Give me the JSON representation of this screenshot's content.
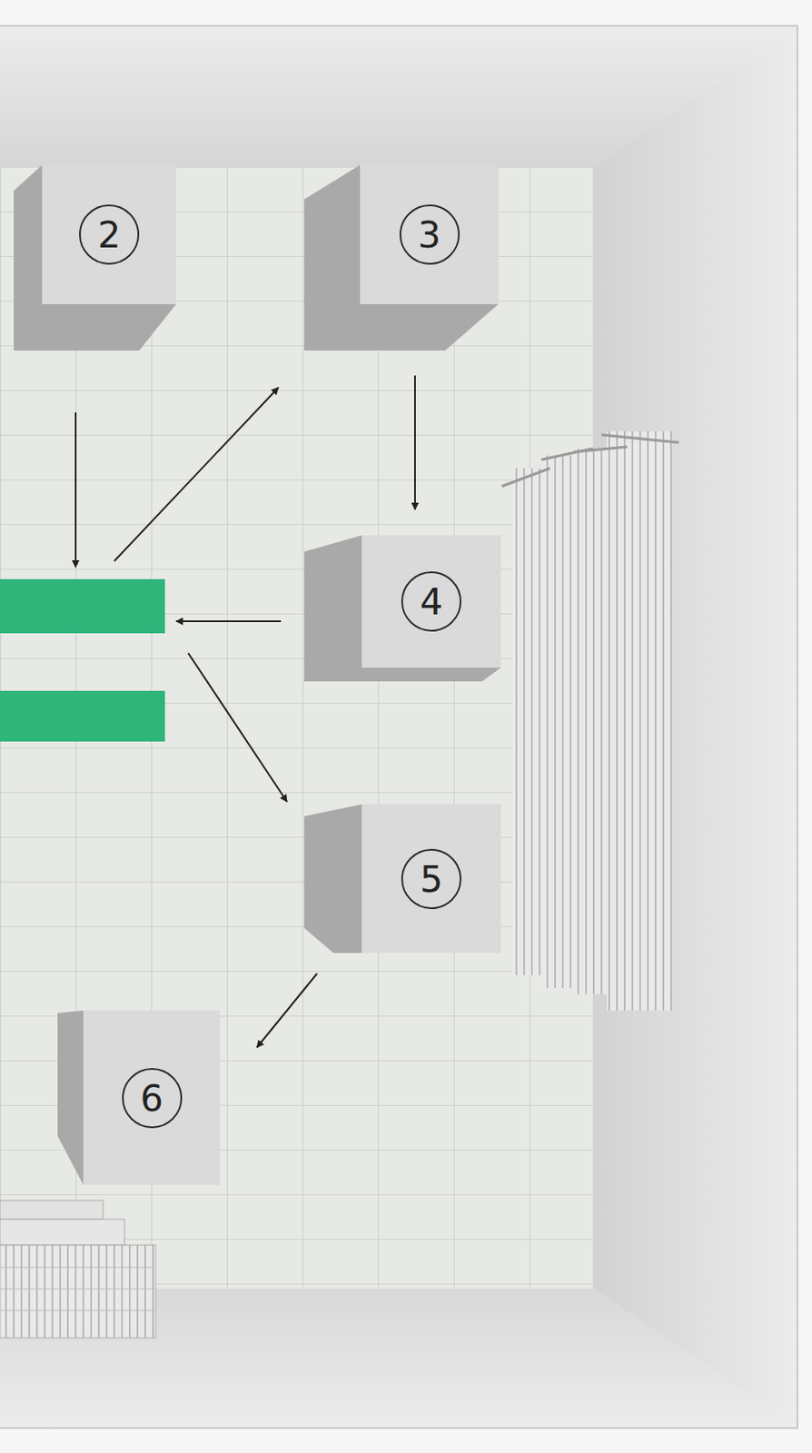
{
  "diagram": {
    "nodes": [
      {
        "text": [
          "2"
        ]
      },
      {
        "text": [
          "3"
        ]
      },
      {
        "text": [
          "4"
        ]
      },
      {
        "text": [
          "5"
        ]
      },
      {
        "text": [
          "6"
        ]
      }
    ],
    "edges": [
      {
        "from": 1,
        "to": 2,
        "arrow": "to"
      },
      {
        "from": 3,
        "to": 4,
        "arrow": "to"
      }
    ]
  }
}
